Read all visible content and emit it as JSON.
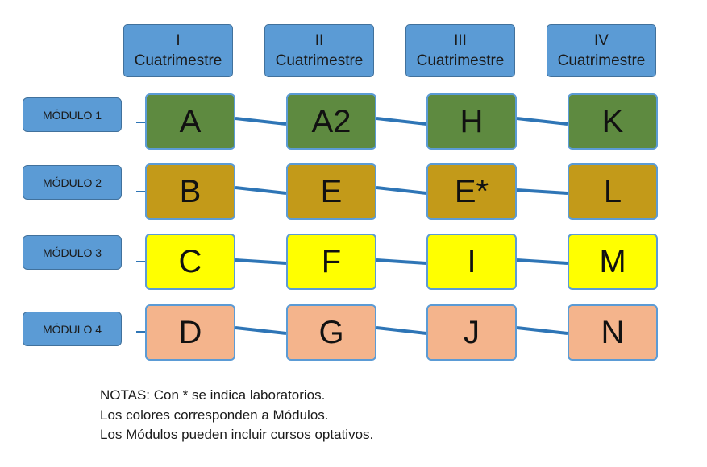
{
  "terms": [
    {
      "numeral": "I",
      "label": "Cuatrimestre"
    },
    {
      "numeral": "II",
      "label": "Cuatrimestre"
    },
    {
      "numeral": "III",
      "label": "Cuatrimestre"
    },
    {
      "numeral": "IV",
      "label": "Cuatrimestre"
    }
  ],
  "modules": [
    {
      "label": "MÓDULO 1",
      "color": "#5e8a40",
      "courses": [
        "A",
        "A2",
        "H",
        "K"
      ]
    },
    {
      "label": "MÓDULO 2",
      "color": "#c39a19",
      "courses": [
        "B",
        "E",
        "E*",
        "L"
      ]
    },
    {
      "label": "MÓDULO 3",
      "color": "#ffff00",
      "courses": [
        "C",
        "F",
        "I",
        "M"
      ]
    },
    {
      "label": "MÓDULO 4",
      "color": "#f4b48c",
      "courses": [
        "D",
        "G",
        "J",
        "N"
      ]
    }
  ],
  "colors": {
    "header_fill": "#5b9bd5",
    "connector": "#2e75b6",
    "course_border": "#5b9bd5"
  },
  "notes": [
    "NOTAS: Con * se indica laboratorios.",
    "Los colores corresponden a Módulos.",
    "Los Módulos pueden incluir cursos optativos."
  ]
}
